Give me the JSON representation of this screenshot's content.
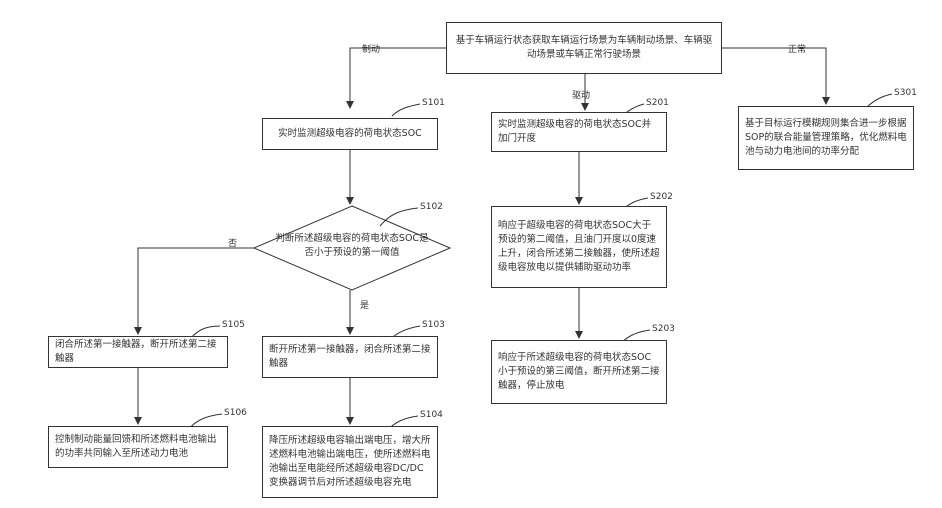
{
  "top": {
    "text": "基于车辆运行状态获取车辆运行场景为车辆制动场景、车辆驱动场景或车辆正常行驶场景"
  },
  "branches": {
    "brake": "制动",
    "drive": "驱动",
    "normal": "正常"
  },
  "steps": {
    "s101": "S101",
    "s102": "S102",
    "s103": "S103",
    "s104": "S104",
    "s105": "S105",
    "s106": "S106",
    "s201": "S201",
    "s202": "S202",
    "s203": "S203",
    "s301": "S301"
  },
  "boxes": {
    "s101": "实时监测超级电容的荷电状态SOC",
    "s102": "判断所述超级电容的荷电状态SOC是否小于预设的第一阈值",
    "s103": "断开所述第一接触器，闭合所述第二接触器",
    "s104": "降压所述超级电容输出端电压，增大所述燃料电池输出端电压，使所述燃料电池输出至电能经所述超级电容DC/DC变换器调节后对所述超级电容充电",
    "s105": "闭合所述第一接触器，断开所述第二接触器",
    "s106": "控制制动能量回馈和所述燃料电池输出的功率共同输入至所述动力电池",
    "s201": "实时监测超级电容的荷电状态SOC并加门开度",
    "s202": "响应于超级电容的荷电状态SOC大于预设的第二阈值，且油门开度以0度速上升，闭合所述第二接触器，使所述超级电容放电以提供辅助驱动功率",
    "s203": "响应于所述超级电容的荷电状态SOC小于预设的第三阈值，断开所述第二接触器，停止放电",
    "s301": "基于目标运行模糊规则集合进一步根据SOP的联合能量管理策略，优化燃料电池与动力电池间的功率分配"
  },
  "decision": {
    "yes": "是",
    "no": "否"
  }
}
